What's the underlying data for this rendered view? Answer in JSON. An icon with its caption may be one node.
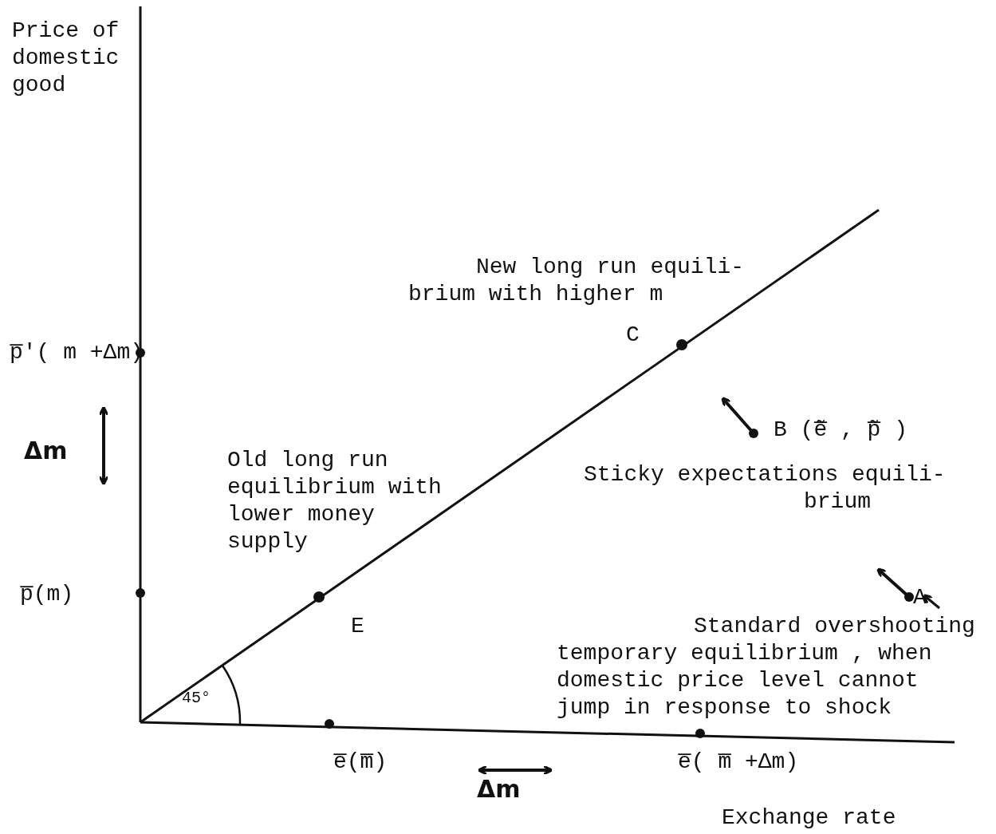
{
  "diagram": {
    "labels": [
      "Price of domestic good",
      "New long run equili- brium with higher m",
      "C",
      "p̅'( m +Δm)",
      "B (e̅̃ , p̅̃ )",
      "Δm",
      "Old long run equilibrium with lower money supply",
      "Sticky expectations equili- brium",
      "p̅(m)",
      "A",
      "E",
      "Standard overshooting temporary equilibrium , when domestic price level cannot jump in response to shock",
      "45°",
      "e̅(m̅)",
      "e̅( m̅ +Δm)",
      "Δm",
      "Exchange rate"
    ]
  }
}
